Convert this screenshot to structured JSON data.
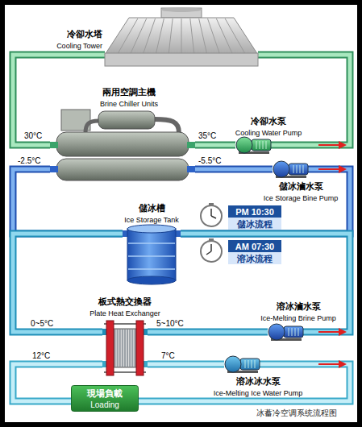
{
  "diagram": {
    "caption": "冰蓄冷空调系统流程图",
    "nodes": [
      {
        "text": [
          "冷卻水塔",
          "Cooling Tower"
        ]
      },
      {
        "text": [
          "兩用空調主機",
          "Brine Chiller Units"
        ]
      },
      {
        "text": [
          "冷卻水泵",
          "Cooling Water Pump"
        ]
      },
      {
        "text": [
          "儲冰滷水泵",
          "Ice Storage Bine Pump"
        ]
      },
      {
        "text": [
          "儲冰槽",
          "Ice Storage Tank"
        ]
      },
      {
        "text": [
          "PM 10:30",
          "儲冰流程"
        ]
      },
      {
        "text": [
          "AM 07:30",
          "溶冰流程"
        ]
      },
      {
        "text": [
          "板式熱交換器",
          "Plate Heat Exchanger"
        ]
      },
      {
        "text": [
          "溶冰滷水泵",
          "Ice-Melting Brine Pump"
        ]
      },
      {
        "text": [
          "溶冰冰水泵",
          "Ice-Melting Ice Water Pump"
        ]
      },
      {
        "text": [
          "現場負載",
          "Loading"
        ]
      }
    ],
    "edges": [
      {
        "from": 0,
        "to": 1,
        "arrow": "none"
      },
      {
        "from": 1,
        "to": 2,
        "arrow": "none"
      },
      {
        "from": 2,
        "to": 0,
        "arrow": "none"
      },
      {
        "from": 1,
        "to": 3,
        "arrow": "none"
      },
      {
        "from": 3,
        "to": 4,
        "arrow": "none"
      },
      {
        "from": 4,
        "to": 1,
        "arrow": "none"
      },
      {
        "from": 7,
        "to": 8,
        "arrow": "none"
      },
      {
        "from": 8,
        "to": 4,
        "arrow": "none"
      },
      {
        "from": 4,
        "to": 7,
        "arrow": "none"
      },
      {
        "from": 7,
        "to": 9,
        "arrow": "none"
      },
      {
        "from": 9,
        "to": 10,
        "arrow": "none"
      },
      {
        "from": 10,
        "to": 7,
        "arrow": "none"
      }
    ],
    "labels": [
      "30°C",
      "35°C",
      "-2.5°C",
      "-5.5°C",
      "0~5°C",
      "5~10°C",
      "12°C",
      "7°C"
    ]
  }
}
